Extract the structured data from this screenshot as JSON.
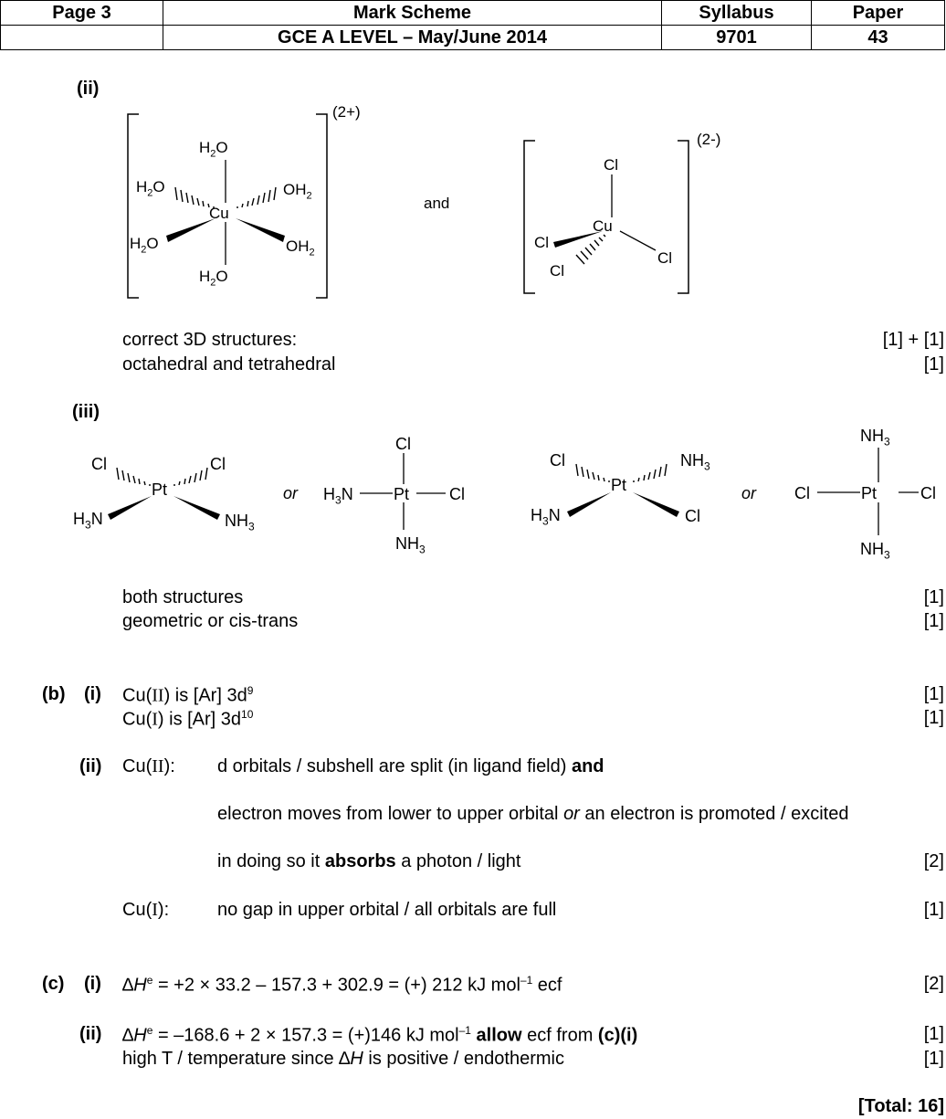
{
  "header": {
    "page": "Page 3",
    "title": "Mark Scheme",
    "syllabus_label": "Syllabus",
    "paper_label": "Paper",
    "exam": "GCE A LEVEL – May/June 2014",
    "syllabus": "9701",
    "paper": "43"
  },
  "a_ii": {
    "label": "(ii)",
    "h2o": "H",
    "h2o_sub": "2",
    "h2o_o": "O",
    "oh": "OH",
    "oh_sub": "2",
    "cu": "Cu",
    "cl": "Cl",
    "charge1": "(2+)",
    "charge2": "(2-)",
    "and": "and",
    "line1": "correct 3D structures:",
    "mark1": "[1] + [1]",
    "line2": "octahedral and tetrahedral",
    "mark2": "[1]"
  },
  "a_iii": {
    "label": "(iii)",
    "pt": "Pt",
    "cl": "Cl",
    "nh": "NH",
    "nh_sub": "3",
    "hn_h": "H",
    "hn_n": "N",
    "or": "or",
    "line1": "both structures",
    "mark1": "[1]",
    "line2": "geometric or cis-trans",
    "mark2": "[1]"
  },
  "b": {
    "label": "(b)",
    "i_label": "(i)",
    "i_l1_a": "Cu(",
    "i_l1_ox": "II",
    "i_l1_b": ") is [Ar] 3d",
    "i_l1_sup": "9",
    "i_mark1": "[1]",
    "i_l2_a": "Cu(",
    "i_l2_ox": "I",
    "i_l2_b": ") is [Ar] 3d",
    "i_l2_sup": "10",
    "i_mark2": "[1]",
    "ii_label": "(ii)",
    "cu2_a": "Cu(",
    "cu2_ox": "II",
    "cu2_b": "):",
    "ii_t1": "d orbitals / subshell are split (in ligand field) ",
    "ii_t1_bold": "and",
    "ii_t2_a": "electron moves from lower to upper orbital ",
    "ii_t2_or": "or",
    "ii_t2_b": " an electron is promoted / excited",
    "ii_t3_a": "in doing so it ",
    "ii_t3_bold": "absorbs",
    "ii_t3_b": " a photon / light",
    "ii_mark1": "[2]",
    "cu1_a": "Cu(",
    "cu1_ox": "I",
    "cu1_b": "):",
    "ii_t4": "no gap in upper orbital / all orbitals are full",
    "ii_mark2": "[1]"
  },
  "c": {
    "label": "(c)",
    "i_label": "(i)",
    "delta": "∆",
    "h": "H",
    "std": "e",
    "i_eq": " = +2 × 33.2 – 157.3 + 302.9 = (+) 212 kJ mol",
    "i_sup": "–1",
    "i_ecf": " ecf",
    "i_mark": "[2]",
    "ii_label": "(ii)",
    "ii_eq": " =  –168.6 + 2 × 157.3 = (+)146 kJ mol",
    "ii_sup": "–1",
    "ii_allow": " allow",
    "ii_ecf": " ecf  from ",
    "ii_ref": "(c)(i)",
    "ii_mark1": "[1]",
    "ii_l2_a": "high T / temperature since ",
    "ii_l2_b": " is positive / endothermic",
    "ii_mark2": "[1]",
    "total": "[Total: 16]"
  }
}
